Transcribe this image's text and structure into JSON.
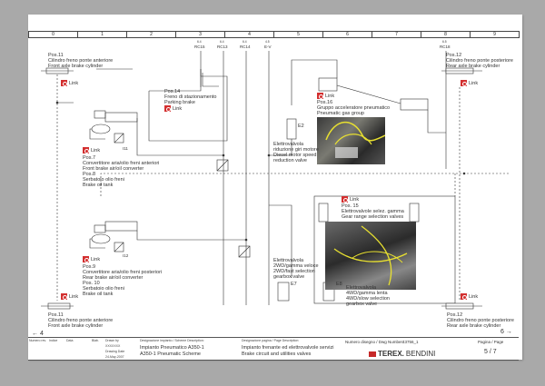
{
  "ruler": [
    "0",
    "1",
    "2",
    "3",
    "4",
    "5",
    "6",
    "7",
    "8",
    "9"
  ],
  "refs": [
    {
      "small": "6.4",
      "label": "RC15"
    },
    {
      "small": "6.4",
      "label": "RC13"
    },
    {
      "small": "6.4",
      "label": "RC14"
    },
    {
      "small": "4.5",
      "label": "E-V"
    },
    {
      "small": "6.5",
      "label": "RC18"
    }
  ],
  "components": {
    "pos11_top": {
      "pos": "Pos.11",
      "it": "Cilindro freno ponte anteriore",
      "en": "Front axle brake cylinder"
    },
    "pos12_top": {
      "pos": "Pos.12",
      "it": "Cilindro freno ponte posteriore",
      "en": "Rear axle brake cylinder"
    },
    "pos14": {
      "pos": "Pos.14",
      "it": "Freno di stazionamento",
      "en": "Parking brake"
    },
    "pos16": {
      "pos": "Pos.16",
      "it": "Gruppo acceleratore pneumatico",
      "en": "Pneumatic gas group"
    },
    "pos7": {
      "pos": "Pos.7",
      "it": "Convertitore aria/olio freni anteriori",
      "en": "Front brake air/oil converter"
    },
    "pos8": {
      "pos": "Pos.8",
      "it": "Serbatoio olio freni",
      "en": "Brake oil tank"
    },
    "pos9": {
      "pos": "Pos.9",
      "it": "Convertitore aria/olio freni posteriori",
      "en": "Rear brake air/oil converter"
    },
    "pos10": {
      "pos": "Pos. 10",
      "it": "Serbatoio olio freni",
      "en": "Brake oil tank"
    },
    "pos15": {
      "pos": "Pos. 15",
      "it": "Elettrovalvole selez. gamma",
      "en": "Gear range selection valves"
    },
    "pos11_bottom": {
      "pos": "Pos.11",
      "it": "Cilindro freno ponte anteriore",
      "en": "Front axle brake cylinder"
    },
    "pos12_bottom": {
      "pos": "Pos.12",
      "it": "Cilindro freno ponte posteriore",
      "en": "Rear axle brake cylinder"
    },
    "e2": {
      "code": "E2",
      "l1": "Elettrovalvola",
      "l2": "riduzione giri motore",
      "l3": "Diesel motor speed",
      "l4": "reduction valve"
    },
    "e7": {
      "code": "E7",
      "l1": "Elettrovalvola",
      "l2": "2WD/gamma veloce",
      "l3": "2WD/fast selection",
      "l4": "gearbox valve"
    },
    "e8": {
      "code": "E8",
      "l1": "Elettrovalvola",
      "l2": "4WD/gamma lenta",
      "l3": "4WD/slow selection",
      "l4": "gearbox valve"
    },
    "i11": "I11",
    "i12": "I12"
  },
  "link_label": "Link",
  "page_nav": {
    "prev": "4",
    "next": "6"
  },
  "title_block": {
    "headers": [
      "Numero rev.",
      "Indice",
      "Data",
      "Blab.",
      "Drawn by"
    ],
    "drawn_by": "XXXXXXX",
    "drawing_date_label": "Drawing Date",
    "drawing_date": "24-May-2007",
    "scheme_label": "Designazione impianto / Scheme Description:",
    "scheme_it": "Impianto Pneumatico A350-1",
    "scheme_en": "A350-1 Pneumatic Scheme",
    "page_desc_label": "Designazione pagina / Page Description:",
    "page_it": "Impianto frenante ed elettrovalvole servizi",
    "page_en": "Brake circuit and utilities valves",
    "dwg_label": "Numero disegno / Dwg Number:",
    "dwg_number": "43756_1",
    "brand": "TEREX.",
    "brand2": "BENDINI",
    "page_label": "Pagina / Page",
    "page_value": "5 / 7"
  }
}
